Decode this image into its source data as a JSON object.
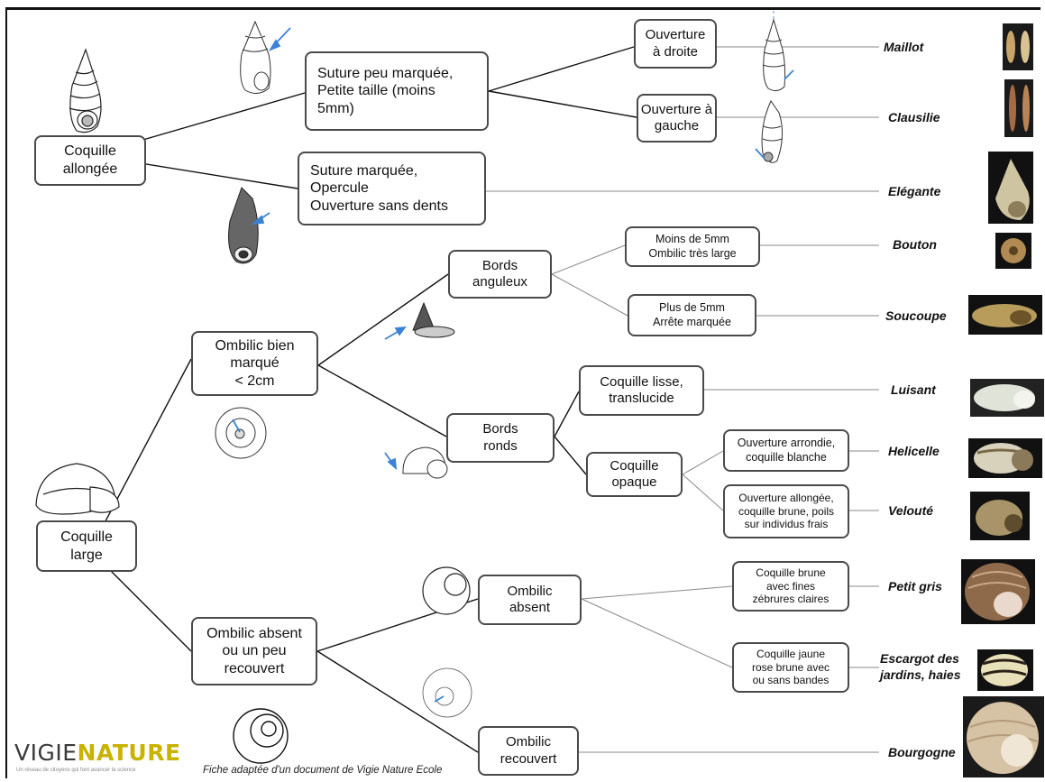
{
  "nodes": {
    "coquille_allongee": "Coquille\nallongée",
    "suture_peu": "Suture peu marquée,\nPetite taille (moins\n5mm)",
    "suture_marquee": "Suture marquée,\nOpercule\nOuverture sans dents",
    "ouverture_droite": "Ouverture\nà droite",
    "ouverture_gauche": "Ouverture à\ngauche",
    "coquille_large": "Coquille\nlarge",
    "ombilic_bien": "Ombilic bien\nmarqué\n< 2cm",
    "ombilic_absent_recouvert": "Ombilic absent\nou un peu\nrecouvert",
    "bords_anguleux": "Bords\nanguleux",
    "bords_ronds": "Bords\nronds",
    "moins_5mm": "Moins de 5mm\nOmbilic très large",
    "plus_5mm": "Plus de 5mm\nArrête marquée",
    "coquille_lisse": "Coquille lisse,\ntranslucide",
    "coquille_opaque": "Coquille\nopaque",
    "ouverture_arrondie": "Ouverture arrondie,\ncoquille blanche",
    "ouverture_allongee": "Ouverture allongée,\ncoquille brune, poils\nsur individus frais",
    "ombilic_absent": "Ombilic\nabsent",
    "ombilic_recouvert": "Ombilic\nrecouvert",
    "coquille_brune_zebrures": "Coquille brune\navec fines\nzébrures claires",
    "coquille_jaune": "Coquille jaune\nrose brune avec\nou sans bandes"
  },
  "species": {
    "maillot": "Maillot",
    "clausilie": "Clausilie",
    "elegante": "Elégante",
    "bouton": "Bouton",
    "soucoupe": "Soucoupe",
    "luisant": "Luisant",
    "helicelle": "Helicelle",
    "veloute": "Velouté",
    "petit_gris": "Petit gris",
    "escargot": "Escargot des\njardins, haies",
    "bourgogne": "Bourgogne"
  },
  "footer": {
    "logo_part1": "VIGIE",
    "logo_part2": "NATURE",
    "logo_tagline": "Un réseau de citoyens qui font avancer la science",
    "credit": "Fiche adaptée d'un document de Vigie Nature Ecole"
  },
  "colors": {
    "accent_arrow": "#3b82d6",
    "logo_yellow": "#c9b300",
    "line": "#111111",
    "line_light": "#888888"
  }
}
